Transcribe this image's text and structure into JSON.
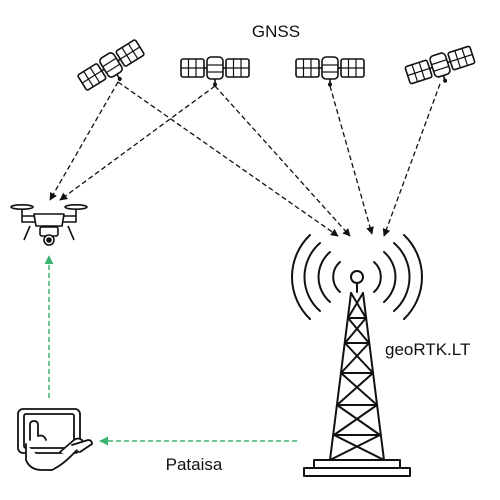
{
  "labels": {
    "gnss": "GNSS",
    "station": "geoRTK.LT",
    "correction": "Pataisa"
  },
  "colors": {
    "ink": "#111111",
    "accent": "#3cb371",
    "background": "#ffffff"
  },
  "icons": {
    "satellite": "satellite-icon",
    "drone": "drone-icon",
    "tower": "radio-tower-icon",
    "tablet": "tablet-hand-icon"
  }
}
